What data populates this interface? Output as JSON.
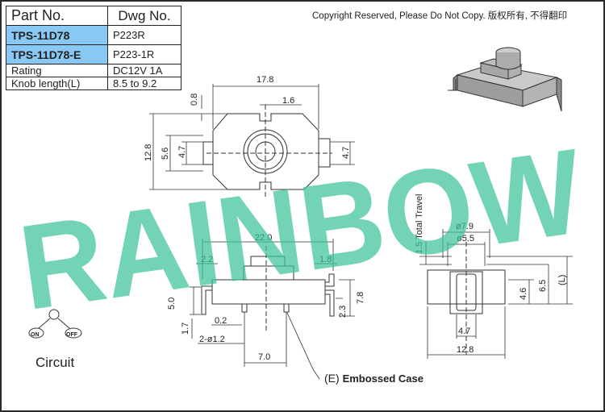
{
  "table": {
    "header": {
      "part": "Part No.",
      "dwg": "Dwg No."
    },
    "rows": [
      {
        "part": "TPS-11D78",
        "dwg": "P223R"
      },
      {
        "part": "TPS-11D78-E",
        "dwg": "P223-1R"
      }
    ],
    "specs": [
      {
        "label": "Rating",
        "value": "DC12V  1A"
      },
      {
        "label": "Knob  length(L)",
        "value": "8.5  to  9.2"
      }
    ]
  },
  "copyright": "Copyright Reserved, Please Do Not Copy. 版权所有, 不得翻印",
  "watermark": {
    "text": "RAINBOW",
    "color": "#3cc39a"
  },
  "circuit": {
    "label": "Circuit",
    "on": "ON",
    "off": "OFF"
  },
  "embossed": {
    "prefix": "(E)",
    "label": "Embossed Case"
  },
  "dimensions": {
    "top": {
      "width": "17.8",
      "d08": "0.8",
      "d16": "1.6",
      "d128": "12.8",
      "d56": "5.6",
      "d47a": "4.7",
      "d47b": "4.7"
    },
    "front": {
      "width": "22.0",
      "d22": "2.2",
      "d18": "1.8",
      "d50": "5.0",
      "d78": "7.8",
      "d23": "2.3",
      "d17": "1.7",
      "d02": "0.2",
      "holes": "2-ø1.2",
      "d70": "7.0"
    },
    "side": {
      "travel": "1.5  Total Travel",
      "d79": "ø7.9",
      "d55": "ø5.5",
      "d46": "4.6",
      "d65": "6.5",
      "dL": "(L)",
      "d47": "4.7",
      "d128": "12.8"
    }
  }
}
